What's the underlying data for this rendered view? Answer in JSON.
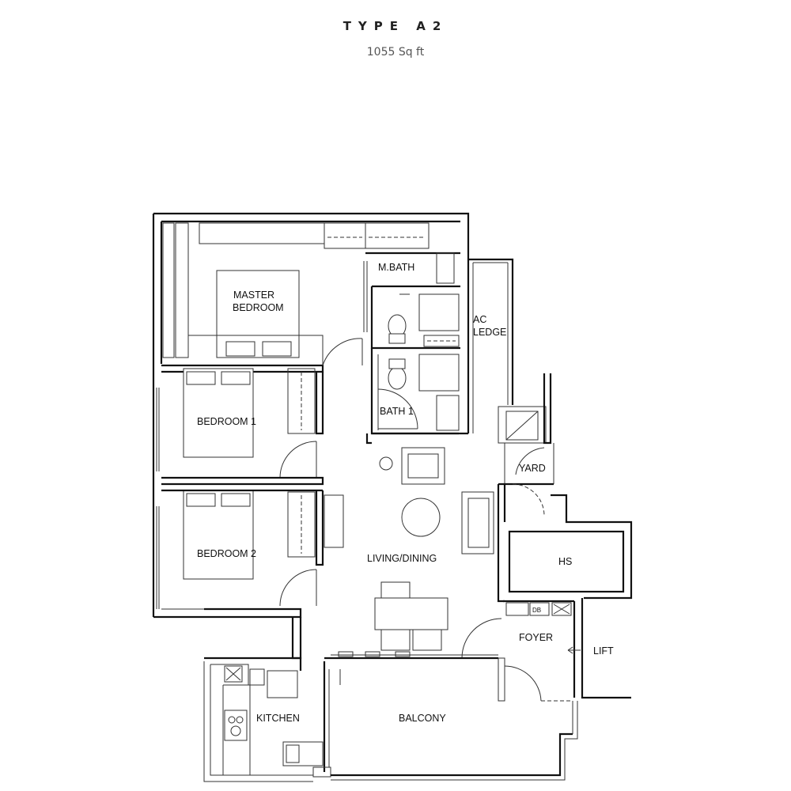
{
  "header": {
    "title": "TYPE A2",
    "area": "1055 Sq ft"
  },
  "rooms": {
    "master_bedroom_line1": "MASTER",
    "master_bedroom_line2": "BEDROOM",
    "m_bath": "M.BATH",
    "ac_ledge_line1": "AC",
    "ac_ledge_line2": "LEDGE",
    "bedroom_1": "BEDROOM 1",
    "bath_1": "BATH 1",
    "yard": "YARD",
    "bedroom_2": "BEDROOM 2",
    "living_dining": "LIVING/DINING",
    "hs": "HS",
    "db": "DB",
    "foyer": "FOYER",
    "lift": "LIFT",
    "kitchen": "KITCHEN",
    "balcony": "BALCONY"
  }
}
